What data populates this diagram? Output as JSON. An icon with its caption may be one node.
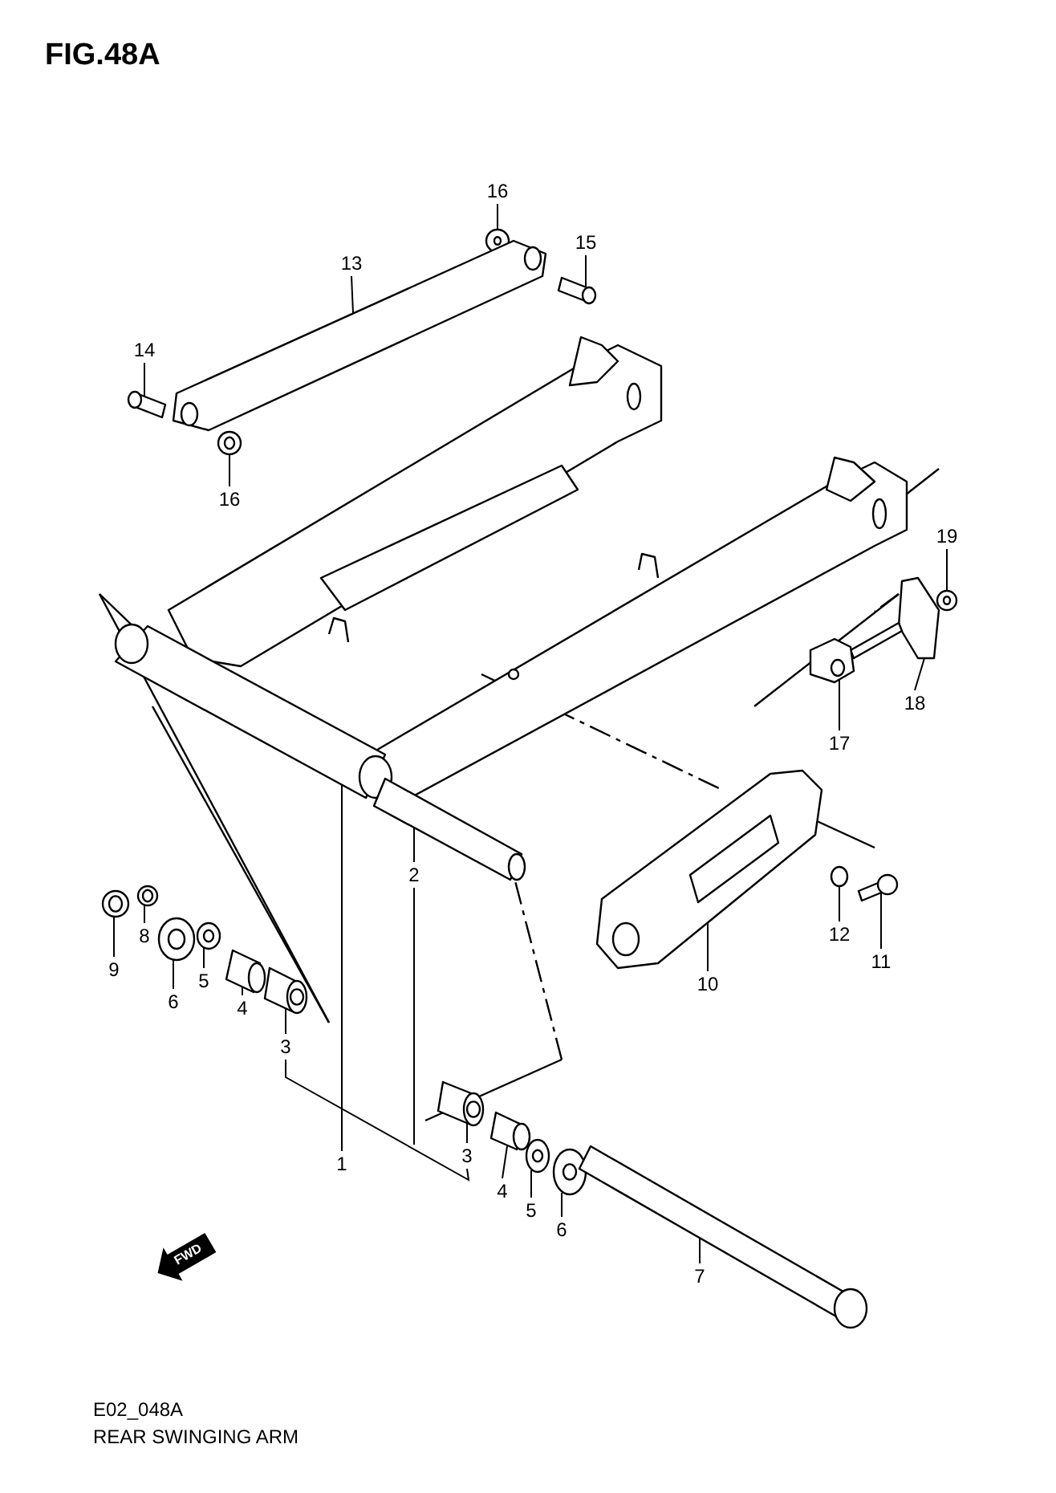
{
  "diagram": {
    "title": "FIG.48A",
    "nodes": [
      {
        "text": [
          "16"
        ]
      },
      {
        "text": [
          "13"
        ]
      },
      {
        "text": [
          "15"
        ]
      },
      {
        "text": [
          "14"
        ]
      },
      {
        "text": [
          "16"
        ]
      },
      {
        "text": [
          "19"
        ]
      },
      {
        "text": [
          "18"
        ]
      },
      {
        "text": [
          "17"
        ]
      },
      {
        "text": [
          "2"
        ]
      },
      {
        "text": [
          "1"
        ]
      },
      {
        "text": [
          "9"
        ]
      },
      {
        "text": [
          "8"
        ]
      },
      {
        "text": [
          "6"
        ]
      },
      {
        "text": [
          "5"
        ]
      },
      {
        "text": [
          "4"
        ]
      },
      {
        "text": [
          "3"
        ]
      },
      {
        "text": [
          "3"
        ]
      },
      {
        "text": [
          "4"
        ]
      },
      {
        "text": [
          "5"
        ]
      },
      {
        "text": [
          "6"
        ]
      },
      {
        "text": [
          "7"
        ]
      },
      {
        "text": [
          "10"
        ]
      },
      {
        "text": [
          "12"
        ]
      },
      {
        "text": [
          "11"
        ]
      },
      {
        "text": [],
        "shape": "picture"
      },
      {
        "text": [],
        "shape": "picture"
      },
      {
        "text": [],
        "shape": "picture"
      },
      {
        "text": [],
        "shape": "picture"
      },
      {
        "text": [],
        "shape": "picture"
      },
      {
        "text": [],
        "shape": "picture"
      },
      {
        "text": [],
        "shape": "picture"
      },
      {
        "text": [],
        "shape": "picture"
      },
      {
        "text": [],
        "shape": "picture"
      },
      {
        "text": [],
        "shape": "picture"
      },
      {
        "text": [],
        "shape": "picture"
      },
      {
        "text": [],
        "shape": "picture"
      },
      {
        "text": [],
        "shape": "picture"
      },
      {
        "text": [],
        "shape": "picture"
      },
      {
        "text": [],
        "shape": "picture"
      },
      {
        "text": [],
        "shape": "picture"
      },
      {
        "text": [],
        "shape": "picture"
      },
      {
        "text": [],
        "shape": "picture"
      },
      {
        "text": [],
        "shape": "picture"
      },
      {
        "text": [],
        "shape": "picture"
      },
      {
        "text": [],
        "shape": "picture"
      },
      {
        "text": [],
        "shape": "picture"
      },
      {
        "text": [],
        "shape": "picture"
      },
      {
        "text": [],
        "shape": "picture"
      }
    ],
    "edges": [
      {
        "from": 0,
        "to": 24,
        "arrow": "none"
      },
      {
        "from": 1,
        "to": 25,
        "arrow": "none"
      },
      {
        "from": 2,
        "to": 26,
        "arrow": "none"
      },
      {
        "from": 3,
        "to": 27,
        "arrow": "none"
      },
      {
        "from": 4,
        "to": 28,
        "arrow": "none"
      },
      {
        "from": 5,
        "to": 29,
        "arrow": "none"
      },
      {
        "from": 6,
        "to": 30,
        "arrow": "none"
      },
      {
        "from": 7,
        "to": 31,
        "arrow": "none"
      },
      {
        "from": 8,
        "to": 32,
        "arrow": "none"
      },
      {
        "from": 8,
        "to": null,
        "arrow": "none"
      },
      {
        "from": 9,
        "to": 33,
        "arrow": "none"
      },
      {
        "from": 10,
        "to": 34,
        "arrow": "none"
      },
      {
        "from": 11,
        "to": 35,
        "arrow": "none"
      },
      {
        "from": 12,
        "to": 36,
        "arrow": "none"
      },
      {
        "from": 13,
        "to": 37,
        "arrow": "none"
      },
      {
        "from": 14,
        "to": 38,
        "arrow": "none"
      },
      {
        "from": 15,
        "to": 39,
        "arrow": "none"
      },
      {
        "from": 15,
        "to": 16,
        "arrow": "none"
      },
      {
        "from": 16,
        "to": 40,
        "arrow": "none"
      },
      {
        "from": 17,
        "to": 41,
        "arrow": "none"
      },
      {
        "from": 18,
        "to": 42,
        "arrow": "none"
      },
      {
        "from": 19,
        "to": 43,
        "arrow": "none"
      },
      {
        "from": 20,
        "to": 44,
        "arrow": "none"
      },
      {
        "from": 21,
        "to": 45,
        "arrow": "none"
      },
      {
        "from": 22,
        "to": 46,
        "arrow": "none"
      },
      {
        "from": 23,
        "to": 47,
        "arrow": "none"
      }
    ],
    "labels": [
      "FWD",
      "E02_048A",
      "REAR SWINGING ARM"
    ]
  }
}
